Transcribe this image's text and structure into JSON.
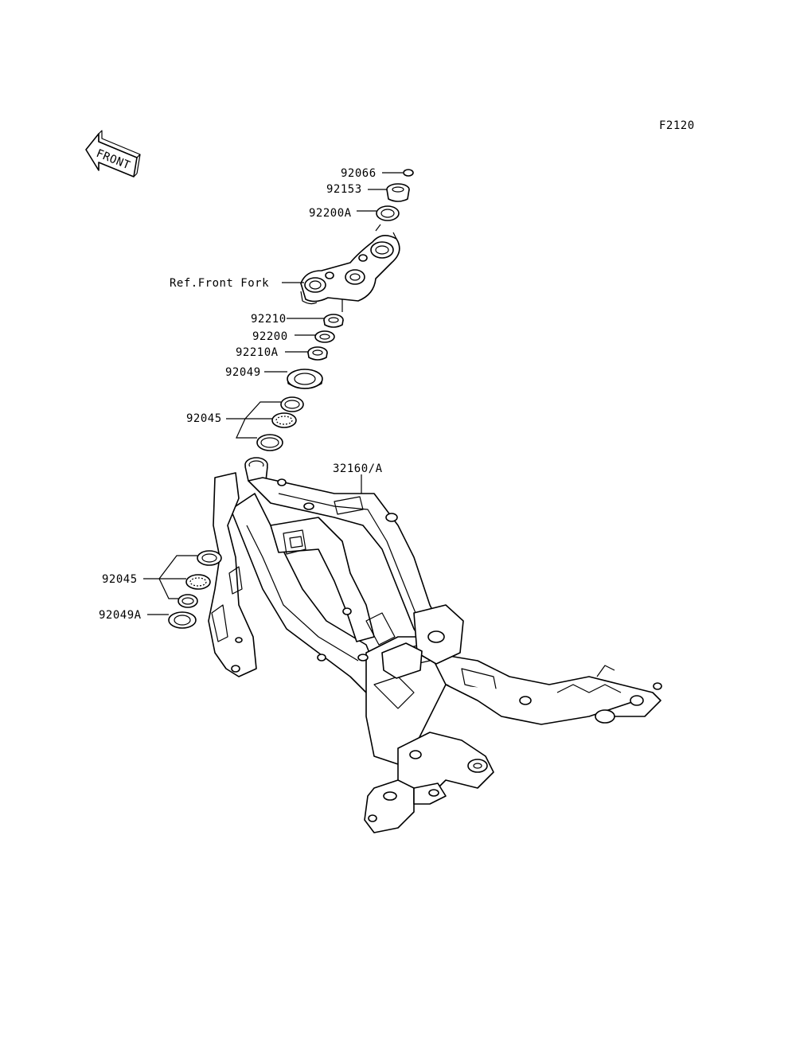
{
  "diagram_code": "F2120",
  "front_arrow_label": "FRONT",
  "callouts": {
    "p92066": "92066",
    "p92153": "92153",
    "p92200A": "92200A",
    "ref_front_fork": "Ref.Front Fork",
    "p92210": "92210",
    "p92200": "92200",
    "p92210A": "92210A",
    "p92049": "92049",
    "p92045_upper": "92045",
    "p32160": "32160/A",
    "p92045_lower": "92045",
    "p92049A": "92049A"
  }
}
